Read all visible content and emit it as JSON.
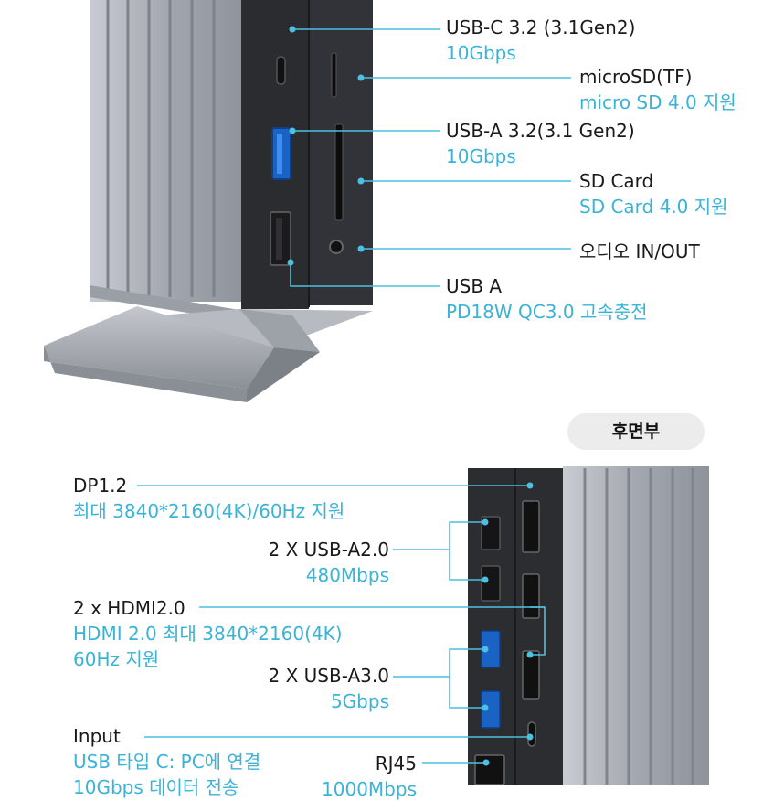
{
  "front_labels": [
    {
      "title": "USB-C 3.2 (3.1Gen2)",
      "detail": "10Gbps"
    },
    {
      "title": "microSD(TF)",
      "detail": "micro SD 4.0 지원"
    },
    {
      "title": "USB-A 3.2(3.1 Gen2)",
      "detail": "10Gbps"
    },
    {
      "title": "SD Card",
      "detail": "SD Card 4.0 지원"
    },
    {
      "title": "오디오 IN/OUT",
      "detail": ""
    },
    {
      "title": "USB A",
      "detail": "PD18W QC3.0 고속충전"
    }
  ],
  "rear_badge": "후면부",
  "rear_labels": [
    {
      "title": "DP1.2",
      "detail": "최대 3840*2160(4K)/60Hz 지원"
    },
    {
      "title": "2 X USB-A2.0",
      "detail": "480Mbps"
    },
    {
      "title": "2 x HDMI2.0",
      "detail": "HDMI 2.0 최대 3840*2160(4K)",
      "detail2": "60Hz 지원"
    },
    {
      "title": "2 X USB-A3.0",
      "detail": "5Gbps"
    },
    {
      "title": "Input",
      "detail": "USB 타입 C: PC에 연결",
      "detail2": "10Gbps 데이터 전송"
    },
    {
      "title": "RJ45",
      "detail": "1000Mbps"
    }
  ],
  "colors": {
    "accent": "#3ab3d6",
    "line": "#4cc0e0",
    "body_dark": "#2e2f33",
    "aluminum": "#a9adb4"
  }
}
